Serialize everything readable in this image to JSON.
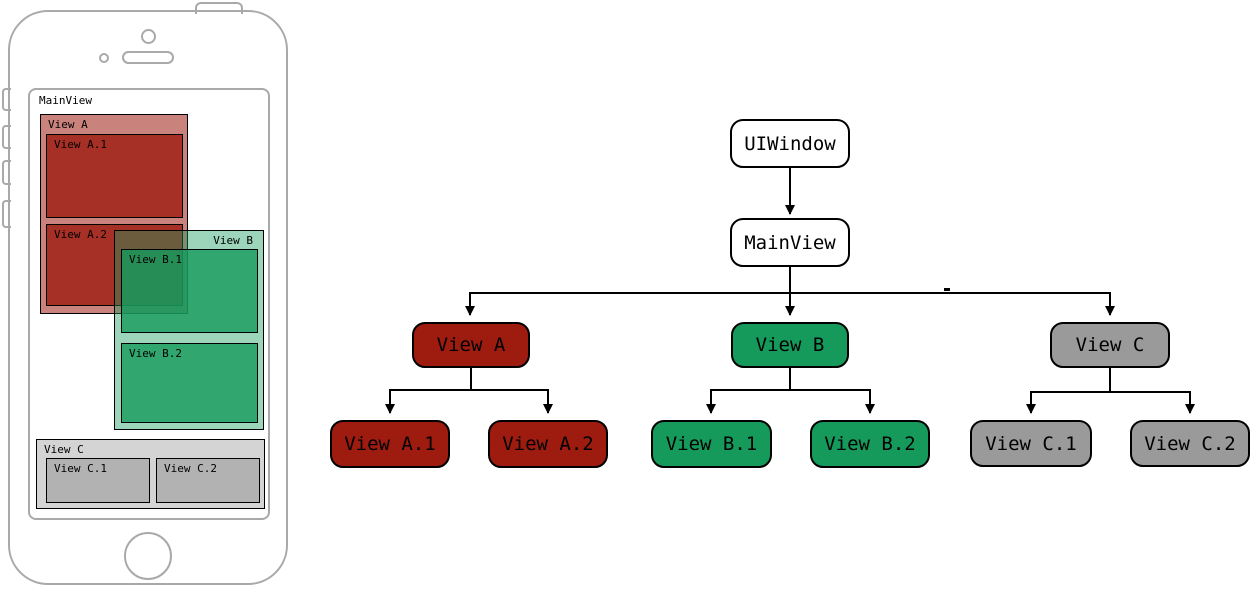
{
  "colors": {
    "red": "#9E1B10",
    "green": "#169A5C",
    "gray": "#9A9A9A",
    "gray_light": "#D4D4D4",
    "gray_mid": "#B2B2B2",
    "outline": "#A9A9A9",
    "line": "#000000"
  },
  "phone": {
    "screen_label": "MainView",
    "view_a": {
      "label": "View A",
      "child1": "View A.1",
      "child2": "View A.2"
    },
    "view_b": {
      "label": "View B",
      "child1": "View B.1",
      "child2": "View B.2"
    },
    "view_c": {
      "label": "View C",
      "child1": "View C.1",
      "child2": "View C.2"
    }
  },
  "tree": {
    "uiwindow": "UIWindow",
    "mainview": "MainView",
    "view_a": "View A",
    "view_a1": "View A.1",
    "view_a2": "View A.2",
    "view_b": "View B",
    "view_b1": "View B.1",
    "view_b2": "View B.2",
    "view_c": "View C",
    "view_c1": "View C.1",
    "view_c2": "View C.2"
  }
}
